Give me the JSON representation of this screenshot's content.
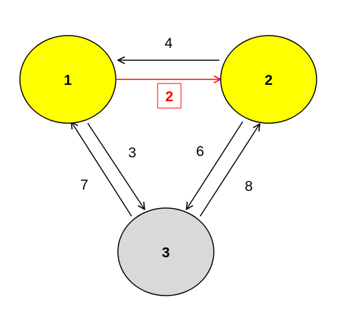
{
  "nodes": [
    {
      "id": "1",
      "label": "1",
      "fill": "#ffff00"
    },
    {
      "id": "2",
      "label": "2",
      "fill": "#ffff00"
    },
    {
      "id": "3",
      "label": "3",
      "fill": "#d9d9d9"
    }
  ],
  "edges": [
    {
      "from": "2",
      "to": "1",
      "label": "4",
      "color": "#000000",
      "highlight": false
    },
    {
      "from": "1",
      "to": "2",
      "label": "2",
      "color": "#ff0000",
      "highlight": true
    },
    {
      "from": "1",
      "to": "3",
      "label": "3",
      "color": "#000000",
      "highlight": false
    },
    {
      "from": "3",
      "to": "1",
      "label": "7",
      "color": "#000000",
      "highlight": false
    },
    {
      "from": "2",
      "to": "3",
      "label": "6",
      "color": "#000000",
      "highlight": false
    },
    {
      "from": "3",
      "to": "2",
      "label": "8",
      "color": "#000000",
      "highlight": false
    }
  ],
  "colors": {
    "node_stroke": "#000000",
    "highlight": "#ff0000"
  }
}
